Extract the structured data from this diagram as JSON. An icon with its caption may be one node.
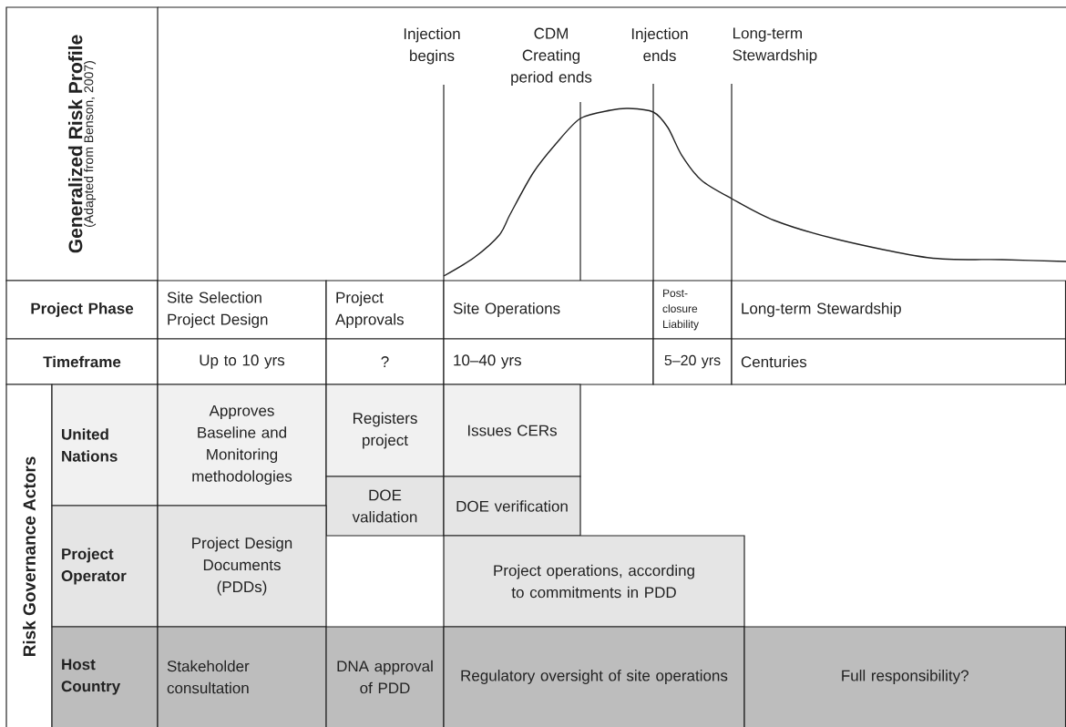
{
  "diagram": {
    "nodes": [
      {
        "text": [
          "Generalized Risk Profile",
          "(Adapted from Benson, 2007)"
        ]
      },
      {
        "text": [
          "Project Phase"
        ]
      },
      {
        "text": [
          "Site Selection Project Design"
        ]
      },
      {
        "text": [
          "Project Approvals"
        ]
      },
      {
        "text": [
          "Site Operations"
        ]
      },
      {
        "text": [
          "Post-closure Liability"
        ]
      },
      {
        "text": [
          "Long-term Stewardship"
        ]
      },
      {
        "text": [
          "Timeframe"
        ]
      },
      {
        "text": [
          "Up to 10 yrs"
        ]
      },
      {
        "text": [
          "?"
        ]
      },
      {
        "text": [
          "10–40 yrs"
        ]
      },
      {
        "text": [
          "5–20 yrs"
        ]
      },
      {
        "text": [
          "Centuries"
        ]
      },
      {
        "text": [
          "Risk Governance Actors"
        ]
      },
      {
        "text": [
          "United Nations"
        ]
      },
      {
        "text": [
          "Approves Baseline and Monitoring methodologies"
        ]
      },
      {
        "text": [
          "Registers project"
        ]
      },
      {
        "text": [
          "Issues CERs"
        ]
      },
      {
        "text": [
          "DOE validation"
        ]
      },
      {
        "text": [
          "DOE verification"
        ]
      },
      {
        "text": [
          "Project Operator"
        ]
      },
      {
        "text": [
          "Project Design Documents (PDDs)"
        ]
      },
      {
        "text": [
          "Project operations, according to commitments in PDD"
        ]
      },
      {
        "text": [
          "Host Country"
        ]
      },
      {
        "text": [
          "Stakeholder consultation"
        ]
      },
      {
        "text": [
          "DNA approval of PDD"
        ]
      },
      {
        "text": [
          "Regulatory oversight of site operations"
        ]
      },
      {
        "text": [
          "Full responsibility?"
        ]
      }
    ],
    "labels": [
      "Injection begins",
      "CDM Creating period ends",
      "Injection ends",
      "Long-term Stewardship"
    ]
  }
}
